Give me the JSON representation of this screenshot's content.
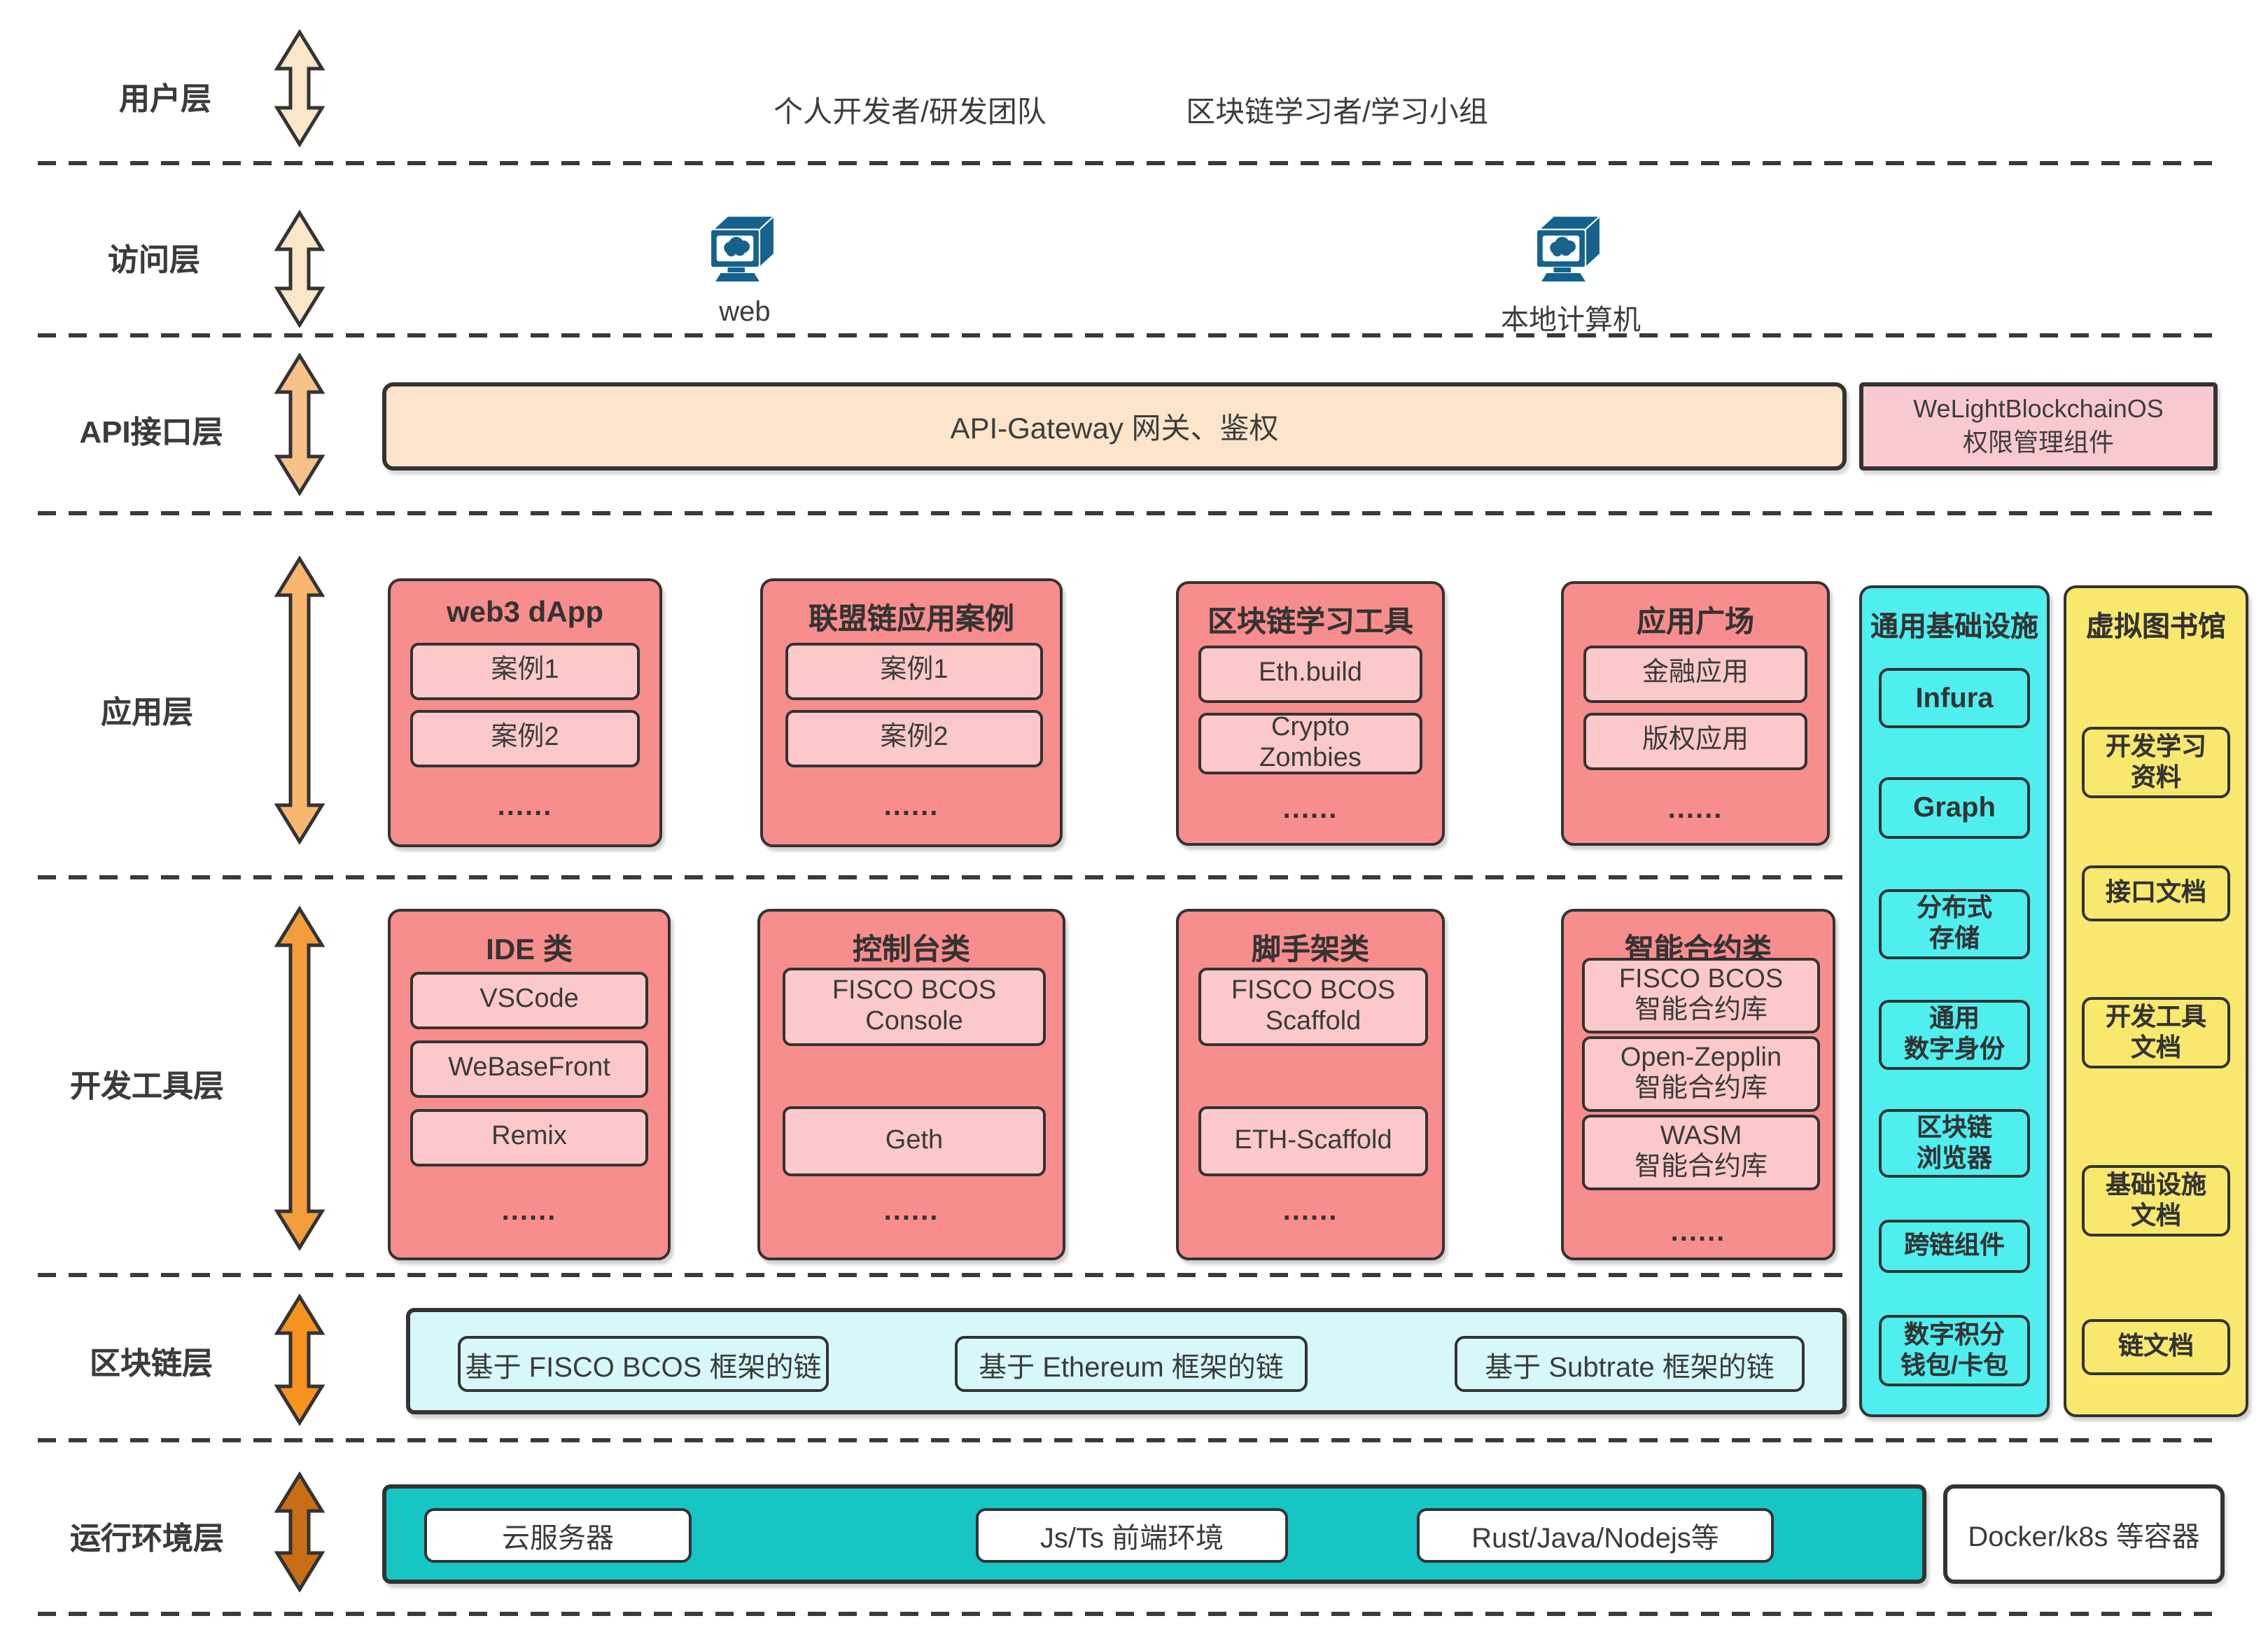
{
  "layers": [
    "用户层",
    "访问层",
    "API接口层",
    "应用层",
    "开发工具层",
    "区块链层",
    "运行环境层"
  ],
  "user_layer": {
    "groups": [
      "个人开发者/研发团队",
      "区块链学习者/学习小组"
    ]
  },
  "access_layer": {
    "nodes": [
      {
        "label": "web",
        "icon": "computer-cloud"
      },
      {
        "label": "本地计算机",
        "icon": "computer-cloud"
      }
    ]
  },
  "api_layer": {
    "gateway": "API-Gateway 网关、鉴权",
    "permission": "WeLightBlockchainOS\n权限管理组件"
  },
  "app_layer": {
    "boxes": [
      {
        "title": "web3 dApp",
        "items": [
          "案例1",
          "案例2"
        ],
        "more": "......"
      },
      {
        "title": "联盟链应用案例",
        "items": [
          "案例1",
          "案例2"
        ],
        "more": "......"
      },
      {
        "title": "区块链学习工具",
        "items": [
          "Eth.build",
          "Crypto\nZombies"
        ],
        "more": "......"
      },
      {
        "title": "应用广场",
        "items": [
          "金融应用",
          "版权应用"
        ],
        "more": "......"
      }
    ]
  },
  "tool_layer": {
    "boxes": [
      {
        "title": "IDE 类",
        "items": [
          "VSCode",
          "WeBaseFront",
          "Remix"
        ],
        "more": "......"
      },
      {
        "title": "控制台类",
        "items": [
          "FISCO BCOS\nConsole",
          "Geth"
        ],
        "more": "......"
      },
      {
        "title": "脚手架类",
        "items": [
          "FISCO BCOS\nScaffold",
          "ETH-Scaffold"
        ],
        "more": "......"
      },
      {
        "title": "智能合约类",
        "items": [
          "FISCO BCOS\n智能合约库",
          "Open-Zepplin\n智能合约库",
          "WASM\n智能合约库"
        ],
        "more": "......"
      }
    ]
  },
  "infra_column": {
    "title": "通用基础设施",
    "items": [
      "Infura",
      "Graph",
      "分布式\n存储",
      "通用\n数字身份",
      "区块链\n浏览器",
      "跨链组件",
      "数字积分\n钱包/卡包"
    ]
  },
  "library_column": {
    "title": "虚拟图书馆",
    "items": [
      "开发学习\n资料",
      "接口文档",
      "开发工具\n文档",
      "基础设施\n文档",
      "链文档"
    ]
  },
  "blockchain_layer": {
    "chains": [
      "基于 FISCO BCOS 框架的链",
      "基于 Ethereum 框架的链",
      "基于 Subtrate 框架的链"
    ]
  },
  "runtime_layer": {
    "items": [
      "云服务器",
      "Js/Ts 前端环境",
      "Rust/Java/Nodejs等"
    ],
    "container": "Docker/k8s 等容器"
  },
  "colors": {
    "arrows": [
      "#FAE6C8",
      "#FAE6C8",
      "#F7C289",
      "#F8B76E",
      "#F49D3D",
      "#F6921E",
      "#C96E16"
    ],
    "arrow_outline": "#333333",
    "computer_blue": "#15638D",
    "pink_box": "#F88D8D",
    "pink_item": "#FBC9C9",
    "api_bar": "#FCE5CB",
    "permission_box": "#F9C9D2",
    "infra_cyan": "#4FEFF0",
    "library_yellow": "#F8E96E",
    "chain_bar": "#D7F8FA",
    "runtime_teal": "#17C5C5"
  }
}
